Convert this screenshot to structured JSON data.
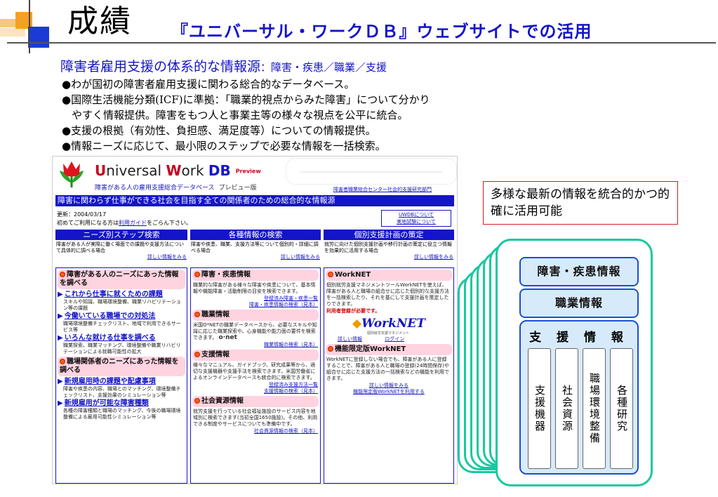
{
  "slide": {
    "title": "成績",
    "subtitle": "『ユニバーサル・ワークＤＢ』ウェブサイトでの活用",
    "section_heading": "障害者雇用支援の体系的な情報源",
    "section_heading_tail": "：障害・疾患／職業／支援",
    "bullets": [
      "●わが国初の障害者雇用支援に関わる総合的なデータベース。",
      "●国際生活機能分類(ICF)に準拠：「職業的視点からみた障害」について分かり",
      "やすく情報提供。障害をもつ人と事業主等の様々な視点を公平に統合。",
      "●支援の根拠（有効性、負担感、満足度等）についての情報提供。",
      "●情報ニーズに応じて、最小限のステップで必要な情報を一括検索。"
    ]
  },
  "website": {
    "logo": {
      "u": "U",
      "niversal": "niversal ",
      "w": "W",
      "ork": "ork ",
      "db": "DB",
      "preview": "Preview"
    },
    "tagline": "障害がある人の雇用支援総合データベース",
    "tagline_tail": "プレビュー版",
    "top_link": "障害者職業総合センター社会的支援研究部門",
    "banner": "障害に関わらず仕事ができる社会を目指す全ての関係者のための総合的な情報源",
    "updated": "更新：2004/03/17",
    "first_visit_pre": "初めてご利用になる方は",
    "first_visit_link": "利用ガイド",
    "first_visit_post": "をごらん下さい。",
    "box_links": [
      "UWDBについて",
      "実地試験について"
    ],
    "columns": [
      {
        "title": "ニーズ別ステップ検索",
        "desc": "障害がある人が実際に働く場面での課題や支援方法について具体的に調べる場合",
        "more": "詳しい情報をみる",
        "items": [
          {
            "head": "障害がある人のニーズにあった情報を調べる",
            "links": [
              {
                "label": "これから仕事に就くための課題",
                "text": "スキルや知識、職場環境整備、職業リハビリテーション等の課題"
              },
              {
                "label": "今働いている職場での対処法",
                "text": "職場環境整備チェックリスト、地域で利用できるサービス等"
              },
              {
                "label": "いろんな就ける仕事を調べる",
                "text": "職業探索、職業マッチング、環境整備や職業リハビリテーションによる就職可能性の拡大"
              }
            ]
          },
          {
            "head": "職場関係者のニーズにあった情報を調べる",
            "links": [
              {
                "label": "新規雇用時の課題や配慮事項",
                "text": "障害や疾患の内容、職場とのマッチング、環境整備チェックリスト、支援効果のシミュレーション等"
              },
              {
                "label": "新規雇用が可能な障害種類",
                "text": "各種の障害種類と職場のマッチング、今後の職場環境整備による雇用可能性シミュレーション等"
              }
            ]
          }
        ]
      },
      {
        "title": "各種情報の検索",
        "desc": "障害や疾患、職業、支援方法等について個別的・詳細に調べる場合",
        "more": "詳しい情報をみる",
        "items": [
          {
            "head": "障害・疾患情報",
            "text": "職業的な障害がある様々な障害や疾患について、基本情報や機能障害・活動制限の目安を検索できます。",
            "links": [
              "登録済み障害・疾患一覧",
              "障害・疾患情報の検索（見本）"
            ]
          },
          {
            "head": "職業情報",
            "text": "米国O*NETの職業データベースから、必要なスキルや知識に応じた職業探索や、心身機能や能力面の要件を検索できます。",
            "onet": "o·net",
            "links": [
              "職業情報の検索（見本）"
            ]
          },
          {
            "head": "支援情報",
            "text": "様々なマニュアル、ガイドブック、研究成果等から、適切な支援機器や支援手法を検索できます。米国労働省によるオンラインデータベースも統合的に検索できます。",
            "links": [
              "登録済み支援方法一覧",
              "支援情報の検索（見本）"
            ]
          },
          {
            "head": "社会資源情報",
            "text": "就労支援を行っている社会福祉施設のサービス内容を地域別に検索できます(当初全国1650施設)。その他、利用できる制度やサービスについても準備中です。",
            "links": [
              "社会資源情報の検索（見本）"
            ]
          }
        ]
      },
      {
        "title": "個別支援計画の策定",
        "desc": "就労に向けた個別支援計画や移行計画の策定に役立つ情報を効果的に活用する場合",
        "more": "詳しい情報をみる",
        "items": [
          {
            "head": "WorkNET",
            "text": "個別就労支援マネジメントツールWorkNETを使えば、障害がある人と職場の組合せに応じた個別的な支援方法を一括検索したり、それを基にして支援計画を策定したりできます。",
            "red": "利用者登録が必要です。",
            "mark": "WorkNET",
            "mark_caption": "個別就労支援マネジメント",
            "links": [
              "詳しい情報",
              "ログイン"
            ]
          },
          {
            "head": "機能限定版WorkNET",
            "text": "WorkNETに登録しない場合でも、障害がある人に登録することで、障害がある人と職場の登録(24時間保存)や組合せに応じた支援方法の一括検索などの機能を利用できます。",
            "links": [
              "詳しい情報をみる",
              "機能限定版WorkNETを利用する"
            ]
          }
        ]
      }
    ]
  },
  "callout": "多様な最新の情報を統合的かつ的確に活用可能",
  "categories": {
    "disease": "障害・疾患情報",
    "job": "職業情報",
    "support": "支 援 情 報",
    "support_items": [
      "支援機器",
      "社会資源",
      "職場環境整備",
      "各種研究"
    ]
  },
  "colors": {
    "accent_blue": "#1414c8",
    "teal_frame": "#19c8a0",
    "box_fill": "#d7eafa",
    "callout_border": "#d02020"
  }
}
